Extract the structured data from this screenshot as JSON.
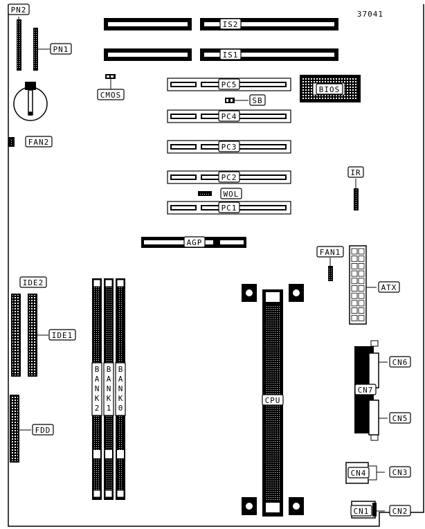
{
  "diagram": {
    "board_id": "37041",
    "labels": {
      "pn2": "PN2",
      "pn1": "PN1",
      "cmos": "CMOS",
      "fan2": "FAN2",
      "is2": "IS2",
      "is1": "IS1",
      "pc5": "PC5",
      "bios": "BIOS",
      "sb": "SB",
      "pc4": "PC4",
      "pc3": "PC3",
      "pc2": "PC2",
      "wol": "WOL",
      "pc1": "PC1",
      "ir": "IR",
      "agp": "AGP",
      "fan1": "FAN1",
      "atx": "ATX",
      "ide2": "IDE2",
      "ide1": "IDE1",
      "fdd": "FDD",
      "bank2": "BANK2",
      "bank1": "BANK1",
      "bank0": "BANK0",
      "cpu": "CPU",
      "cn6": "CN6",
      "cn7": "CN7",
      "cn5": "CN5",
      "cn4": "CN4",
      "cn3": "CN3",
      "cn1": "CN1",
      "cn2": "CN2"
    }
  }
}
